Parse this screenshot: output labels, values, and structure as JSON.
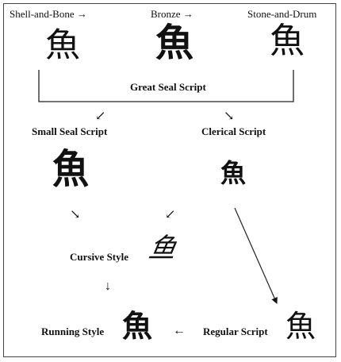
{
  "stages": {
    "shell_and_bone": {
      "label": "Shell-and-Bone →",
      "glyph": "魚"
    },
    "bronze": {
      "label": "Bronze →",
      "glyph": "魚"
    },
    "stone_and_drum": {
      "label": "Stone-and-Drum",
      "glyph": "魚"
    },
    "great_seal": {
      "label": "Great Seal Script"
    },
    "small_seal": {
      "label": "Small Seal Script",
      "glyph": "魚"
    },
    "clerical": {
      "label": "Clerical Script",
      "glyph": "魚"
    },
    "cursive": {
      "label": "Cursive Style",
      "glyph": "鱼"
    },
    "running": {
      "label": "Running Style",
      "glyph": "魚"
    },
    "regular": {
      "label": "Regular Script",
      "glyph": "魚"
    }
  },
  "arrows": {
    "right": "→",
    "left": "←",
    "down": "↓",
    "down_left": "↙",
    "down_right": "↘"
  }
}
